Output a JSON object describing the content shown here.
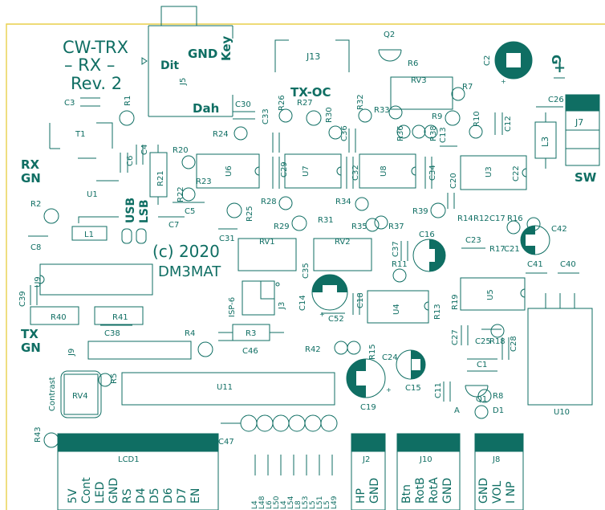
{
  "board": {
    "title_lines": [
      "CW-TRX",
      "– RX –",
      "Rev. 2"
    ],
    "copyright": "(c) 2020",
    "author": "DM3MAT",
    "side_labels": {
      "rx_gn": [
        "RX",
        "GN"
      ],
      "tx_gn": [
        "TX",
        "GN"
      ],
      "usb": "USB",
      "lsb": "LSB",
      "sw": "SW",
      "g_plus": [
        "G",
        "+"
      ],
      "tx_oc": "TX-OC",
      "contrast": "Contrast",
      "isp": "ISP-6",
      "a_mark": "A"
    },
    "key_jack": {
      "dit": "Dit",
      "gnd": "GND",
      "key": "Key",
      "dah": "Dah",
      "ref": "J5"
    },
    "lcd_pins": [
      "5V",
      "Cont",
      "LED",
      "GND",
      "RS",
      "D4",
      "D5",
      "D6",
      "D7",
      "EN"
    ],
    "j2_pins": [
      "HP",
      "GND"
    ],
    "j10_pins": [
      "Btn",
      "RotB",
      "RotA",
      "GND"
    ],
    "j8_pins": [
      "GND",
      "VOL",
      "I NP"
    ],
    "inductor_refs": [
      "L4",
      "L48",
      "L6",
      "L50",
      "L4",
      "L54",
      "L8",
      "L53",
      "L5",
      "L51",
      "L5",
      "L49"
    ],
    "refs": {
      "Q2": "Q2",
      "J13": "J13",
      "R6": "R6",
      "RV3": "RV3",
      "C2": "C2",
      "R7": "R7",
      "R9": "R9",
      "R33": "R33",
      "C26": "C26",
      "J7": "J7",
      "L3": "L3",
      "C3": "C3",
      "R1": "R1",
      "T1": "T1",
      "C30": "C30",
      "R26": "R26",
      "R27": "R27",
      "R32": "R32",
      "R24": "R24",
      "C33": "C33",
      "R30": "R30",
      "C36": "C36",
      "R36": "R36",
      "R38": "R38",
      "C13": "C13",
      "R10": "R10",
      "C12": "C12",
      "C6": "C6",
      "C4": "C4",
      "R20": "R20",
      "R21": "R21",
      "R23": "R23",
      "R22": "R22",
      "U6": "U6",
      "C29": "C29",
      "U7": "U7",
      "C32": "C32",
      "U8": "U8",
      "C34": "C34",
      "U3": "U3",
      "C22": "C22",
      "C20": "C20",
      "U1": "U1",
      "R2": "R2",
      "C5": "C5",
      "R25": "R25",
      "R28": "R28",
      "R34": "R34",
      "R39": "R39",
      "R14": "R14",
      "R12": "R12",
      "C17": "C17",
      "R16": "R16",
      "L1": "L1",
      "C7": "C7",
      "R29": "R29",
      "R31": "R31",
      "R35": "R35",
      "R37": "R37",
      "C16": "C16",
      "C42": "C42",
      "C8": "C8",
      "C31": "C31",
      "RV1": "RV1",
      "RV2": "RV2",
      "C37": "C37",
      "C23": "C23",
      "R17": "R17",
      "C21": "C21",
      "R11": "R11",
      "C41": "C41",
      "C40": "C40",
      "U9": "U9",
      "C39": "C39",
      "C35": "C35",
      "J3": "J3",
      "C14": "C14",
      "C18": "C18",
      "U4": "U4",
      "R13": "R13",
      "R19": "R19",
      "U5": "U5",
      "R40": "R40",
      "R41": "R41",
      "C52": "C52",
      "C38": "C38",
      "R4": "R4",
      "R3": "R3",
      "C27": "C27",
      "C25": "C25",
      "R18": "R18",
      "C28": "C28",
      "J9": "J9",
      "C46": "C46",
      "R42": "R42",
      "R15": "R15",
      "C24": "C24",
      "C1": "C1",
      "RV4": "RV4",
      "R5": "R5",
      "U11": "U11",
      "C15": "C15",
      "C11": "C11",
      "C19": "C19",
      "Q1": "Q1",
      "R8": "R8",
      "D1": "D1",
      "U10": "U10",
      "R43": "R43",
      "C47": "C47",
      "LCD1": "LCD1",
      "J2": "J2",
      "J10": "J10",
      "J8": "J8"
    }
  },
  "colors": {
    "silk": "#0f6e63",
    "outline": "#e8cf4a",
    "background": "#ffffff"
  }
}
